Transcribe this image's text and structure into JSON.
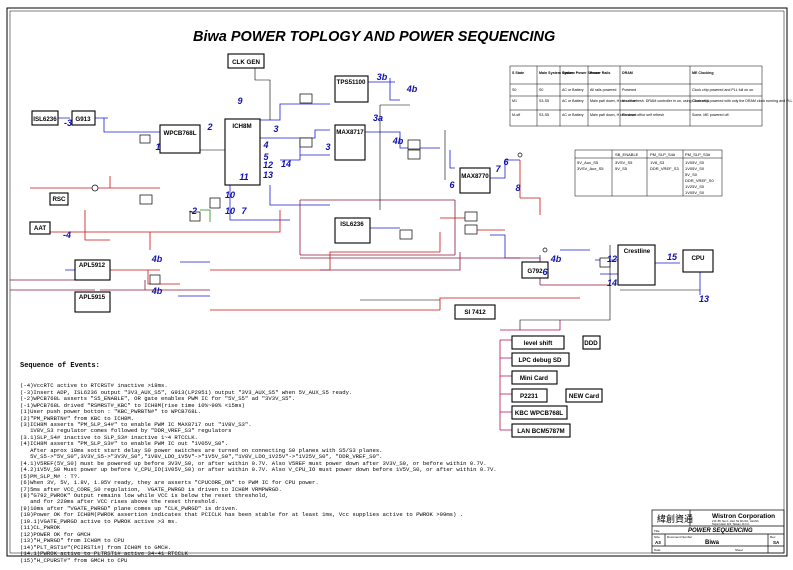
{
  "title": "Biwa POWER TOPLOGY AND POWER SEQUENCING",
  "blocks": {
    "clk_gen": "CLK GEN",
    "isl6236_top": "ISL6236",
    "g913": "G913",
    "wpcb": "WPCB768L",
    "ich8m": "ICH8M",
    "tps51100": "TPS51100",
    "max8717": "MAX8717",
    "max8770": "MAX8770",
    "isl6236_mid": "ISL6236",
    "rsc": "RSC",
    "aat": "AAT",
    "apl5912": "APL5912",
    "apl5915": "APL5915",
    "g792": "G792",
    "crestline": "Crestline",
    "cpu": "CPU",
    "si7412": "SI 7412",
    "level_shift": "level shift",
    "ddd": "DDD",
    "lpc_debug": "LPC debug SD",
    "mini_card": "Mini Card",
    "p2231": "P2231",
    "new_card": "NEW Card",
    "kbc": "KBC WPCB768L",
    "lan": "LAN BCM5787M"
  },
  "numbers": [
    "3b",
    "4b",
    "9",
    "3",
    "3a",
    "4",
    "5",
    "2",
    "1",
    "3",
    "4b",
    "8",
    "7",
    "6",
    "6",
    "14",
    "10",
    "11",
    "12",
    "13",
    "10",
    "7",
    "4b",
    "4b",
    "4b",
    "12",
    "15",
    "13",
    "14",
    "-2",
    "-3",
    "-4",
    "6"
  ],
  "state_table": {
    "headers": [
      "S State",
      "Main System Status",
      "System Power Source",
      "Power Rails",
      "DRAM",
      "ME Clocking"
    ],
    "rows": [
      [
        "S0",
        "S0",
        "AC or Battery",
        "All rails powered",
        "Powered",
        "Clock chip powered and PLL full on on."
      ],
      [
        "M1",
        "S3-S5",
        "AC or Battery",
        "Main pwll down, H rails down",
        "In self refresh. DRAM controller in on, using Channel A",
        "Clock chip powered with only the DRAM clock running and PLL full on on."
      ],
      [
        "M-off",
        "S3-S5",
        "AC or Battery",
        "Main pwll down, H rails down",
        "Powered off/or self refresh",
        "Some, ME powered off."
      ]
    ]
  },
  "rail_table": {
    "row1_left": [
      "5V_Aux_S5",
      "3VSV_Aux_S5"
    ],
    "col_heads": [
      "SB_ENABLE",
      "PM_SLP_S4#",
      "PM_SLP_S3#"
    ],
    "c1": [
      "3VSV_S5",
      "5V_S5"
    ],
    "c2": [
      "1V8_S3",
      "DDR_VREF_S3"
    ],
    "c3": [
      "1V05V_S0",
      "1V05V_S0",
      "5V_S0",
      "DDR_VREF_S0",
      "1V25V_S0",
      "1V05V_S0"
    ]
  },
  "sequence": {
    "header": "Sequence of Events:",
    "lines": [
      "(-4)VccRTC active to RTCRST# inactive >18ms.",
      "(-3)Insert ADP, ISL6236 output \"3V3_AUX_S5\", G913(LP2951) output \"3V3_AUX_S5\" when 5V_AUX_S5 ready.",
      "(-2)WPCB768L asserts \"S5_ENABLE\", OR gate enables PWM IC for \"5V_S5\" ad \"3V3V_S5\".",
      "(-1)WPCB768L drived \"RSMRST#_KBC\" to ICH8M(rise time 10%~90% <15ms)",
      "(1)User push power botton : \"KBC_PWRBTN#\" to WPCB768L.",
      "(2)\"PM_PWRBTN#\" from KBC to ICH8M.",
      "(3)ICH8M asserts \"PM_SLP_S4#\" to enable PWM IC MAX8717 out \"1V8V_S3\".",
      "   1V8V_S3 regulator comes followed by \"DDR_VREF_S3\" regulators",
      "(3.1)SLP_S4# inactive to SLP_S3# inactive 1~4 RTCCLK.",
      "(4)ICH8M asserts \"PM_SLP_S3#\" to enable PWM IC out \"1V05V_S0\".",
      "   After aprox 10ms sott start delay S0 power switches are turned on connecting S0 planes with S5/S3 planes.",
      "   5V_S5->\"5V_S0\",3V3V_S5->\"3V3V_S0\",\"1V8V_LDO_1V5V\"->\"1V5V_S0\",\"1V8V_LDO_1V25V\"->\"1V25V_S0\", \"DDR_VREF_S0\".",
      "(4.1)V5REF(5V_S0) must be powered up before 3V3V_S0, or after within 0.7V. Also V5REF must power down after 3V3V_S0, or before within 0.7V.",
      "(4.2)1V5V_S0 Must power up before V_CPU_IO(1V05V_S0) or after within 0.7V. Also V_CPU_IO must power down before 1V5V_S0, or after within 0.7V.",
      "(5)PM_SLP_M# : T?.",
      "(6)When 3V, 5V, 1.8V, 1.05V ready, they are asserts \"CPUCORE_ON\" to PWM IC for CPU power.",
      "(7)5ms after VCC_CORE_S0 regulation,  VGATE_PWRGD is driven to ICH8M VRMPWRGD.",
      "(8)\"G792_PWROK\" Output remains low while VCC is below the reset threshold,",
      "   and for 220ms after VCC rises above the reset threshold.",
      "(9)10ms after \"VGATE_PWRGD\" plane comes up \"CLK_PWRGD\" is driven.",
      "(10)Power OK for ICH8M(PWROK assertion indicates that PCICLK has been stable for at least 1ms, Vcc supplies active to PWROK >99ms) .",
      "(10.1)VGATE_PWRGD active to PWROK active >3 ms.",
      "(11)CL_PWROK",
      "(12)POWER OK for GMCH",
      "(13)\"H_PWRGD\" from ICH8M to CPU",
      "(14)\"PLT_RST1#\"(PCIRST1#) from ICH8M to GMCH.",
      "(14.1)PWROK active to PLTRST1# active 34-41 RTCCLK",
      "(15)\"H_CPURST#\" from GMCH to CPU"
    ]
  },
  "title_block": {
    "chinese": "緯創資通",
    "company": "Wistron Corporation",
    "addr1": "21F, 88, Sec.1, Hsin Tai Wu Rd., Hsichih,",
    "addr2": "Taipei Hsien 221, Taiwan, R.O.C.",
    "title_label": "Title",
    "doc_title": "POWER SEQUENCING",
    "size_label": "Size",
    "doc_label": "Document Number",
    "rev_label": "Rev",
    "size": "A3",
    "doc_number": "Biwa",
    "rev": "SA",
    "date_label": "Date:",
    "sheet_label": "Sheet"
  },
  "colors": {
    "wire_blue": "#1b1bd8",
    "wire_red": "#cc1111",
    "wire_maroon": "#8b1a3a",
    "wire_green": "#1a8a1a",
    "number_blue": "#1010b0",
    "block": "#000000",
    "level_line": "#b01060"
  }
}
